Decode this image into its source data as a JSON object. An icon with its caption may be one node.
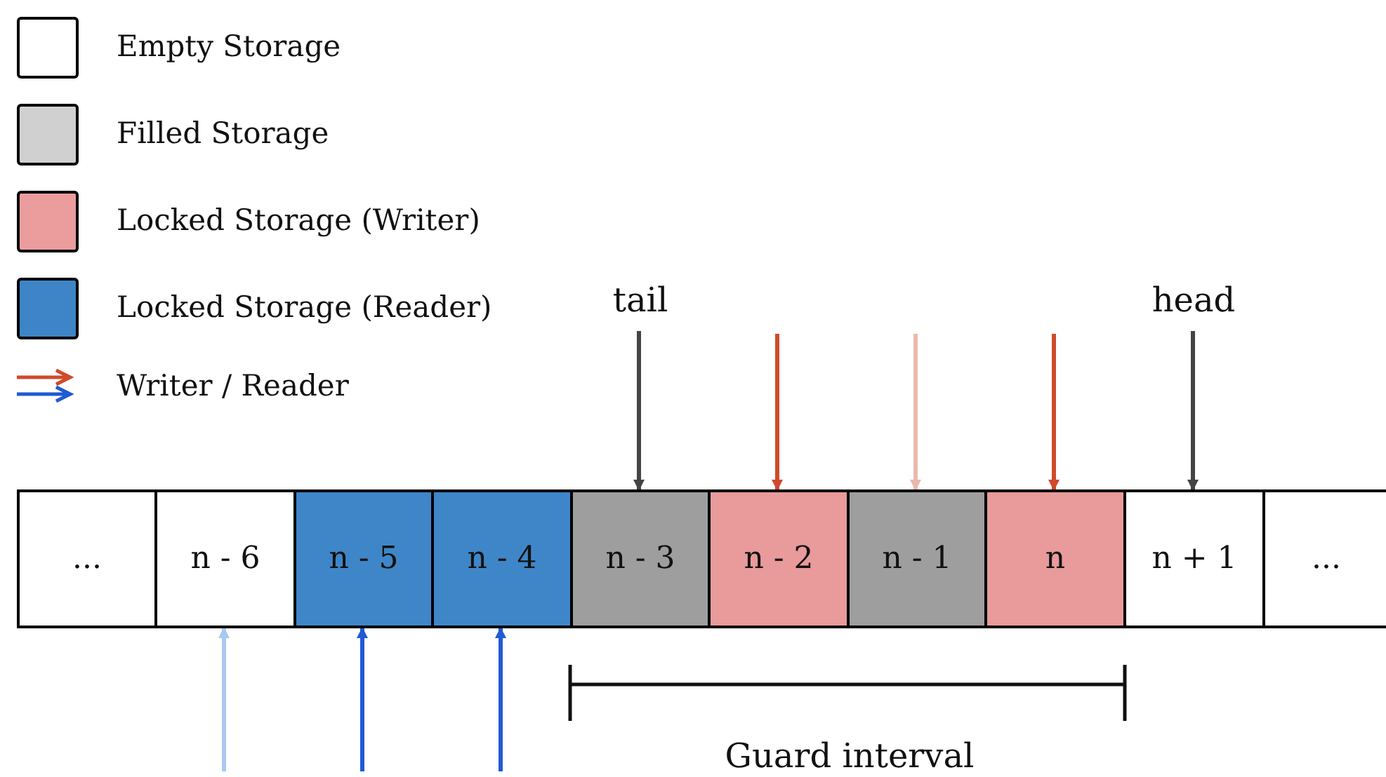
{
  "diagram": {
    "nodes": [
      {
        "text": [
          "..."
        ]
      },
      {
        "text": [
          "n - 6"
        ]
      },
      {
        "text": [
          "n - 5"
        ]
      },
      {
        "text": [
          "n - 4"
        ]
      },
      {
        "text": [
          "n - 3"
        ]
      },
      {
        "text": [
          "n - 2"
        ]
      },
      {
        "text": [
          "n - 1"
        ]
      },
      {
        "text": [
          "n"
        ]
      },
      {
        "text": [
          "n + 1"
        ]
      },
      {
        "text": [
          "..."
        ]
      },
      {
        "text": [
          "tail"
        ]
      },
      {
        "text": [
          "head"
        ]
      }
    ],
    "edges": [
      {
        "from": 10,
        "to": 4,
        "arrow": "to"
      },
      {
        "from": null,
        "to": 5,
        "arrow": "to",
        "color": "#d04a2c"
      },
      {
        "from": null,
        "to": 6,
        "arrow": "to",
        "color": "#e9b9ad"
      },
      {
        "from": null,
        "to": 7,
        "arrow": "to",
        "color": "#d04a2c"
      },
      {
        "from": 11,
        "to": 8,
        "arrow": "to"
      },
      {
        "from": null,
        "to": 1,
        "arrow": "to",
        "color": "#a9c8f2"
      },
      {
        "from": null,
        "to": 2,
        "arrow": "to",
        "color": "#1f5bd3"
      },
      {
        "from": null,
        "to": 3,
        "arrow": "to",
        "color": "#1f5bd3"
      }
    ],
    "labels": [
      "Guard interval"
    ],
    "legend": [
      {
        "text": "Empty Storage",
        "color": "#ffffff"
      },
      {
        "text": "Filled Storage",
        "color": "#d0d0d0"
      },
      {
        "text": "Locked Storage (Writer)",
        "color": "#eb9d9d"
      },
      {
        "text": "Locked Storage (Reader)",
        "color": "#3d85c6"
      },
      {
        "text": "Writer / Reader"
      }
    ]
  }
}
